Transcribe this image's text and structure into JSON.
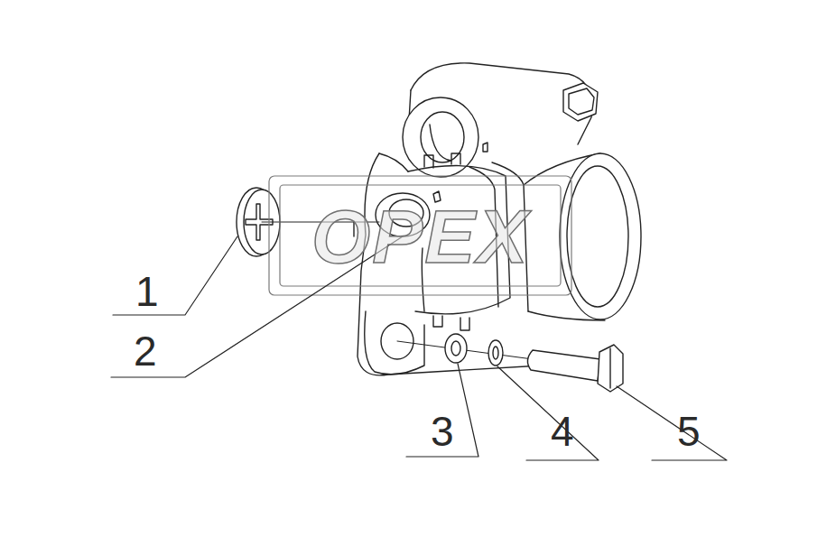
{
  "diagram": {
    "labels": [
      "1",
      "2",
      "3",
      "4",
      "5",
      "OPEX"
    ]
  }
}
